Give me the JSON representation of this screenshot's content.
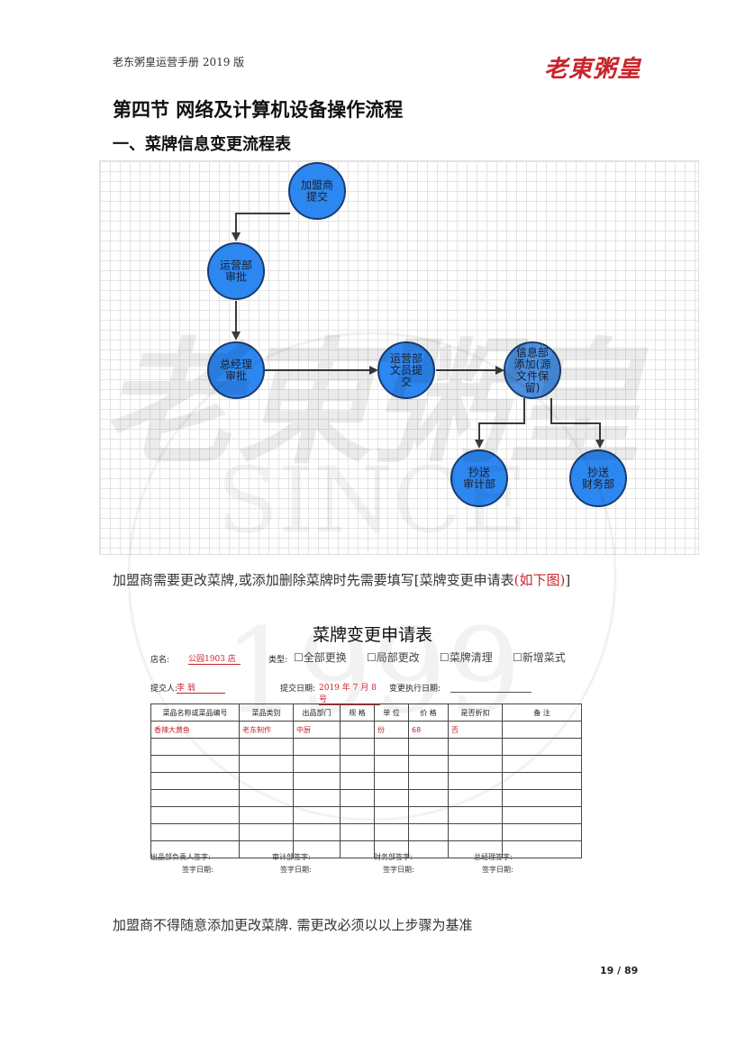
{
  "header": {
    "doc_title": "老东粥皇运营手册 2019 版",
    "logo_text": "老東粥皇"
  },
  "section_title": "第四节  网络及计算机设备操作流程",
  "subsection_title": "一、菜牌信息变更流程表",
  "flowchart": {
    "nodes": [
      {
        "id": "n1",
        "lines": [
          "加盟商",
          "提交"
        ]
      },
      {
        "id": "n2",
        "lines": [
          "运营部",
          "审批"
        ]
      },
      {
        "id": "n3",
        "lines": [
          "总经理",
          "审批"
        ]
      },
      {
        "id": "n4",
        "lines": [
          "运营部",
          "文员提",
          "交"
        ]
      },
      {
        "id": "n5",
        "lines": [
          "信息部",
          "添加(源",
          "文件保",
          "留)"
        ]
      },
      {
        "id": "n6",
        "lines": [
          "抄送",
          "审计部"
        ]
      },
      {
        "id": "n7",
        "lines": [
          "抄送",
          "财务部"
        ]
      }
    ],
    "colors": {
      "node_fill": "#2d87f0",
      "node_stroke": "#1b3c6e",
      "node_fill_alt": "#4a8fe0",
      "arrow": "#3a3a3a"
    }
  },
  "para1": {
    "text": "加盟商需要更改菜牌,或添加删除菜牌时先需要填写[菜牌变更申请表",
    "highlight": "(如下图)",
    "end": "]"
  },
  "form": {
    "title": "菜牌变更申请表",
    "store_label": "店名:",
    "store_value": "公园1903 店",
    "type_label": "类型:",
    "types": [
      "☐全部更换",
      "☐局部更改",
      "☐菜牌清理",
      "☐新增菜式"
    ],
    "submitter_label": "提交人:",
    "submitter_value": "李 翁",
    "submit_date_label": "提交日期:",
    "submit_date_value": "2019 年 7 月 8 号",
    "exec_date_label": "变更执行日期:",
    "columns": [
      "菜品名称或菜品编号",
      "菜品类别",
      "出品部门",
      "规 格",
      "单 位",
      "价 格",
      "是否折扣",
      "备 注"
    ],
    "rows": [
      [
        "香辣大黄鱼",
        "老东制作",
        "中厨",
        "",
        "份",
        "68",
        "否",
        ""
      ],
      [
        "",
        "",
        "",
        "",
        "",
        "",
        "",
        ""
      ],
      [
        "",
        "",
        "",
        "",
        "",
        "",
        "",
        ""
      ],
      [
        "",
        "",
        "",
        "",
        "",
        "",
        "",
        ""
      ],
      [
        "",
        "",
        "",
        "",
        "",
        "",
        "",
        ""
      ],
      [
        "",
        "",
        "",
        "",
        "",
        "",
        "",
        ""
      ],
      [
        "",
        "",
        "",
        "",
        "",
        "",
        "",
        ""
      ],
      [
        "",
        "",
        "",
        "",
        "",
        "",
        "",
        ""
      ]
    ],
    "signatures": [
      {
        "sign": "出品部负责人签字:",
        "date": "签字日期:"
      },
      {
        "sign": "审计部签字:",
        "date": "签字日期:"
      },
      {
        "sign": "财务部签字:",
        "date": "签字日期:"
      },
      {
        "sign": "总经理签字:",
        "date": "签字日期:"
      }
    ]
  },
  "para2": "加盟商不得随意添加更改菜牌. 需更改必须以以上步骤为基准",
  "page_number": "19 / 89",
  "watermark": {
    "brand": "老東粥皇",
    "since": "SINCE",
    "year": "1999"
  }
}
